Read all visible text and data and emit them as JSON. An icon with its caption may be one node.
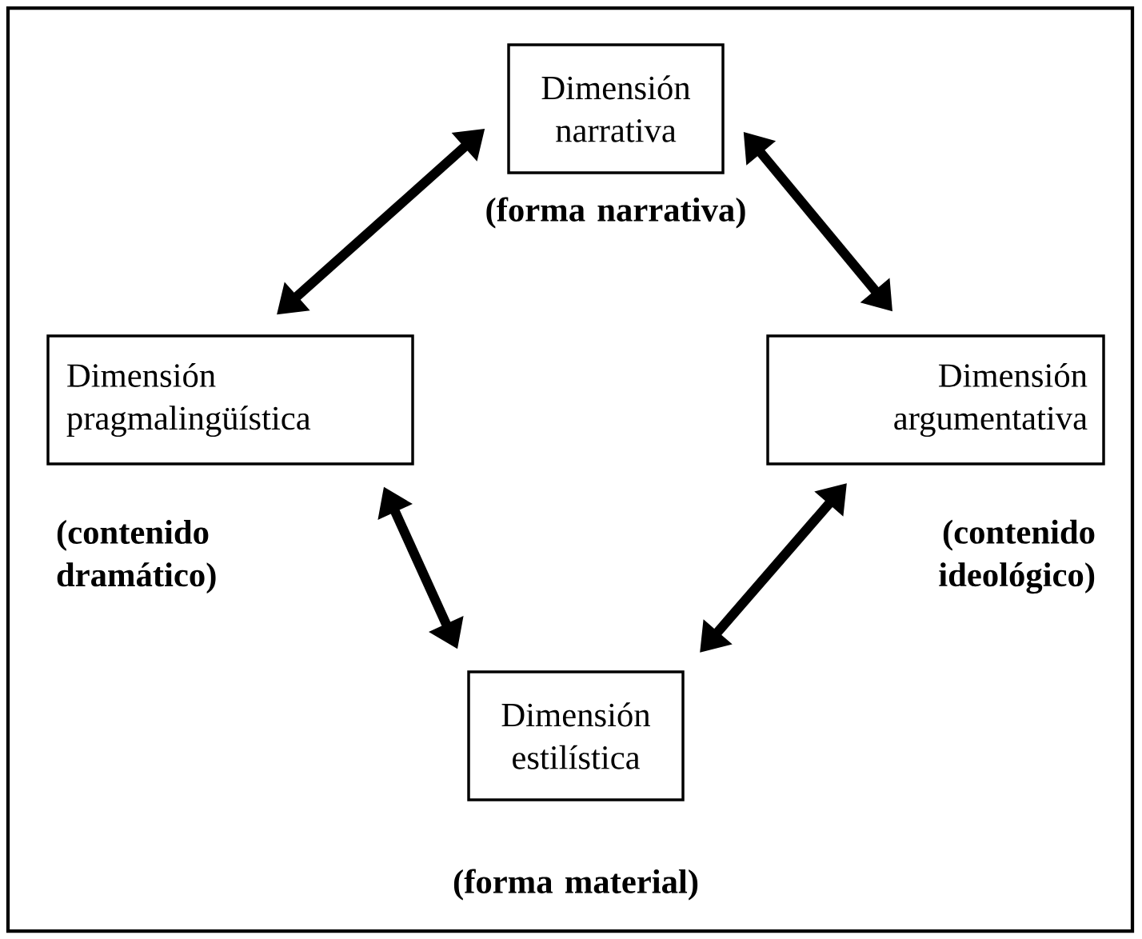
{
  "diagram": {
    "nodes": [
      {
        "text": [
          "Dimensión narrativa"
        ],
        "beside": [
          "(forma narrativa)"
        ]
      },
      {
        "text": [
          "Dimensión pragmalingüística"
        ],
        "beside": [
          "(contenido dramático)"
        ]
      },
      {
        "text": [
          "Dimensión argumentativa"
        ],
        "beside": [
          "(contenido ideológico)"
        ]
      },
      {
        "text": [
          "Dimensión estilística"
        ],
        "beside": [
          "(forma material)"
        ]
      }
    ],
    "edges": [
      {
        "from": 1,
        "to": 0,
        "arrow": "both"
      },
      {
        "from": 0,
        "to": 2,
        "arrow": "both"
      },
      {
        "from": 1,
        "to": 3,
        "arrow": "both"
      },
      {
        "from": 2,
        "to": 3,
        "arrow": "both"
      }
    ]
  }
}
